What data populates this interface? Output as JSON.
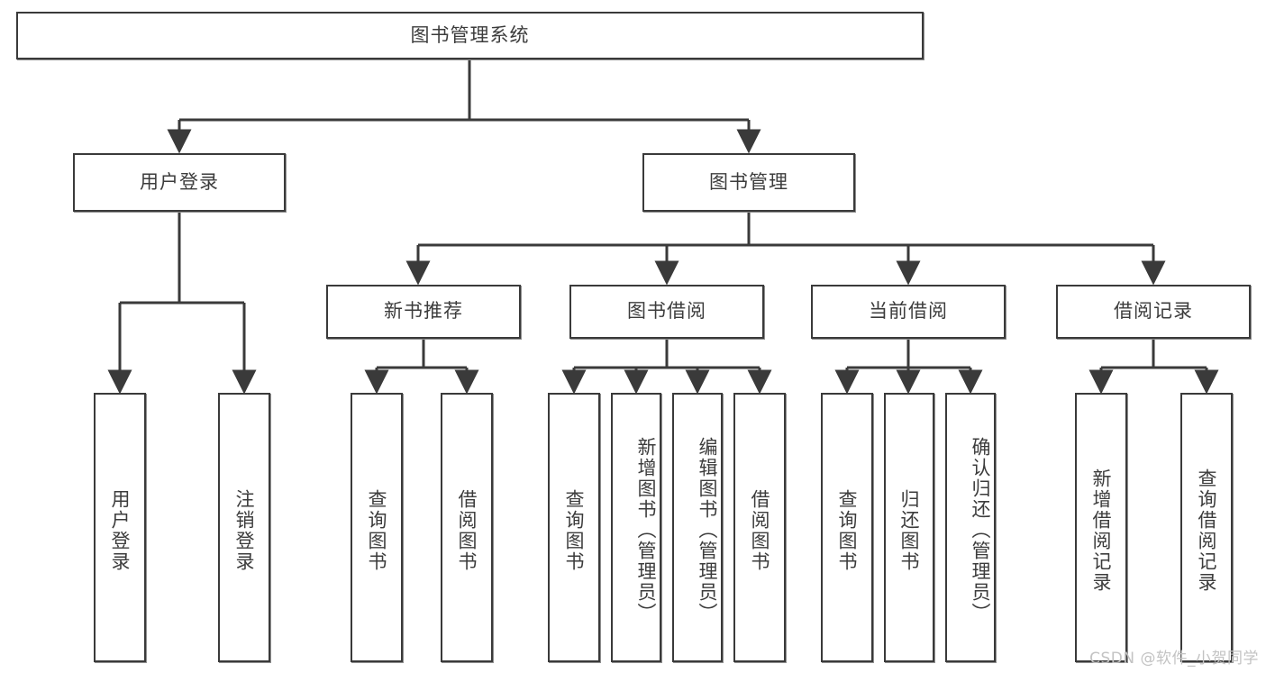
{
  "diagram": {
    "title": "图书管理系统",
    "type": "tree-hierarchy-chart",
    "root": {
      "label": "图书管理系统"
    },
    "level2": [
      {
        "label": "用户登录"
      },
      {
        "label": "图书管理"
      }
    ],
    "level3": [
      {
        "label": "新书推荐"
      },
      {
        "label": "图书借阅"
      },
      {
        "label": "当前借阅"
      },
      {
        "label": "借阅记录"
      }
    ],
    "leaves": {
      "user_login": [
        {
          "label": "用户登录"
        },
        {
          "label": "注销登录"
        }
      ],
      "new_book_recommend": [
        {
          "label": "查询图书"
        },
        {
          "label": "借阅图书"
        }
      ],
      "book_borrow": [
        {
          "label": "查询图书"
        },
        {
          "label": "新增图书（管理员）"
        },
        {
          "label": "编辑图书（管理员）"
        },
        {
          "label": "借阅图书"
        }
      ],
      "current_borrow": [
        {
          "label": "查询图书"
        },
        {
          "label": "归还图书"
        },
        {
          "label": "确认归还（管理员）"
        }
      ],
      "borrow_record": [
        {
          "label": "新增借阅记录"
        },
        {
          "label": "查询借阅记录"
        }
      ]
    }
  },
  "watermark": {
    "text": "CSDN @软件_小贺同学"
  },
  "colors": {
    "border": "#3a3a3a",
    "text": "#3c3c3c",
    "line": "#3a3a3a",
    "background": "#ffffff",
    "watermark": "#c3c3c3"
  }
}
